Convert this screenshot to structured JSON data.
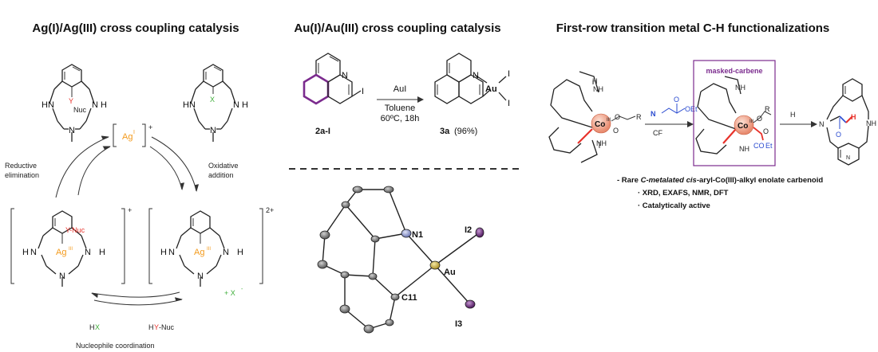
{
  "headings": {
    "ag": "Ag(I)/Ag(III) cross coupling catalysis",
    "au": "Au(I)/Au(III) cross coupling catalysis",
    "co": "First-row transition metal C-H functionalizations"
  },
  "ag_panel": {
    "agI": "Ag",
    "agI_sup": "I",
    "agI_charge": "+",
    "top_left_Y": "Y",
    "top_left_nuc": "Nuc",
    "top_right_X": "X",
    "reductive": "Reductive",
    "elimination": "elimination",
    "oxidative": "Oxidative",
    "addition": "addition",
    "agIII": "Ag",
    "agIII_sup": "III",
    "ynuc": "Y-Nuc",
    "x_label": "X",
    "charge_plus": "+",
    "charge_2plus": "2+",
    "x_minus": "+ X",
    "x_minus_sup": "-",
    "hx_h": "H",
    "hx_x": "X",
    "hynuc_h": "H",
    "hynuc_y": "Y",
    "hynuc_nuc": "-Nuc",
    "nucleophile": "Nucleophile coordination",
    "n": "N",
    "h": "H"
  },
  "au_panel": {
    "reagent": "AuI",
    "solvent": "Toluene",
    "conditions": "60ºC, 18h",
    "sm_label": "2a-I",
    "pr_label": "3a",
    "yield": "(96%)",
    "n": "N",
    "i": "I",
    "au": "Au",
    "n1": "N1",
    "i2": "I2",
    "i3": "I3",
    "c11": "C11"
  },
  "co_panel": {
    "reagent_n2": "N",
    "reagent_oet": "OEt",
    "reagent_o": "O",
    "solvent": "CF",
    "masked": "masked-carbene",
    "h2o": "H",
    "co": "Co",
    "co_sup": "III",
    "co2et": "CO",
    "et": "Et",
    "r": "R",
    "o": "O",
    "nh": "NH",
    "n": "N",
    "h": "H",
    "note1_pre": "- Rare ",
    "note1_em": "C-metalated cis",
    "note1_post": "-aryl-Co(III)-alkyl enolate carbenoid",
    "note2": "· XRD, EXAFS, NMR, DFT",
    "note3": "· Catalytically active"
  },
  "colors": {
    "ag_orange": "#f39a1c",
    "red": "#e8322b",
    "green": "#3fae3a",
    "purple": "#7b2b8e",
    "blue": "#2a4bd0",
    "co_ball": "#f2a28a",
    "au_atom": "#d9c25a",
    "n_atom": "#8c95c8",
    "i_atom": "#6b2b7a"
  }
}
